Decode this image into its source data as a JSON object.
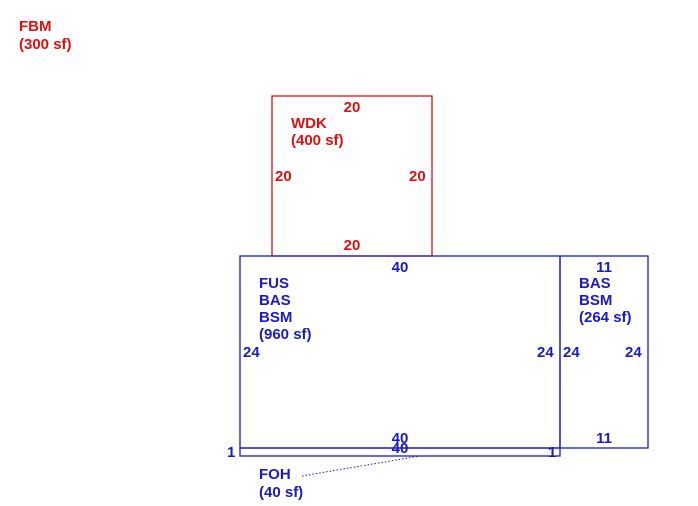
{
  "colors": {
    "red": "#e01010",
    "blue": "#1a1ac8"
  },
  "fbm": {
    "code": "FBM",
    "area": "(300 sf)"
  },
  "wdk": {
    "code": "WDK",
    "area": "(400 sf)",
    "dim_top": "20",
    "dim_bottom": "20",
    "dim_left": "20",
    "dim_right": "20"
  },
  "main": {
    "code1": "FUS",
    "code2": "BAS",
    "code3": "BSM",
    "area": "(960 sf)",
    "dim_top": "40",
    "dim_bottom": "40",
    "dim_left": "24",
    "dim_right": "24"
  },
  "side": {
    "code1": "BAS",
    "code2": "BSM",
    "area": "(264 sf)",
    "dim_top": "11",
    "dim_bottom": "11",
    "dim_left": "24",
    "dim_right": "24"
  },
  "foh": {
    "code": "FOH",
    "area": "(40 sf)",
    "dim_top": "40",
    "dim_left": "1",
    "dim_right": "1"
  }
}
